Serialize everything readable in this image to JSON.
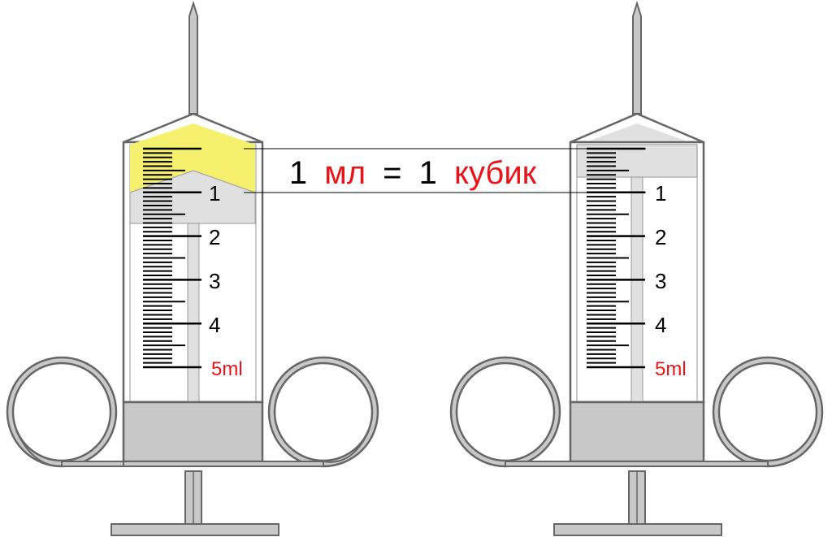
{
  "caption": {
    "num_left": "1",
    "unit_left": "мл",
    "equals": "=",
    "num_right": "1",
    "unit_right": "кубик"
  },
  "syringes": [
    {
      "id": "left",
      "filled_ml": 1,
      "scale_labels": [
        "1",
        "2",
        "3",
        "4",
        "5ml"
      ]
    },
    {
      "id": "right",
      "filled_ml": 0,
      "scale_labels": [
        "1",
        "2",
        "3",
        "4",
        "5ml"
      ]
    }
  ],
  "colors": {
    "outline": "#666666",
    "gray_fill": "#c8c8c8",
    "light_gray": "#e0e0e0",
    "liquid": "#f5f06e",
    "text": "#000000",
    "accent": "#e8141a"
  }
}
